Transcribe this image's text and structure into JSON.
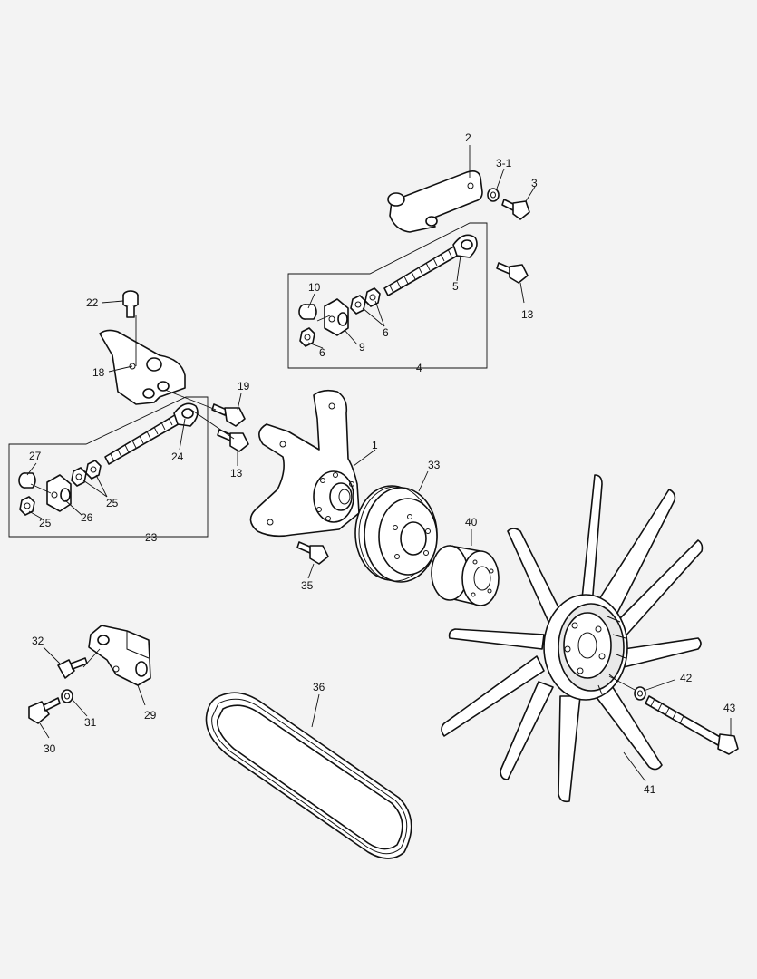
{
  "callouts": {
    "c2": "2",
    "c3_1": "3-1",
    "c3": "3",
    "c5": "5",
    "c13a": "13",
    "c10": "10",
    "c6a": "6",
    "c6b": "6",
    "c9": "9",
    "c4": "4",
    "c22": "22",
    "c18": "18",
    "c19": "19",
    "c13b": "13",
    "c24": "24",
    "c27": "27",
    "c25a": "25",
    "c25b": "25",
    "c26": "26",
    "c23": "23",
    "c1": "1",
    "c33": "33",
    "c40": "40",
    "c35": "35",
    "c32": "32",
    "c29": "29",
    "c31": "31",
    "c30": "30",
    "c36": "36",
    "c42": "42",
    "c43": "43",
    "c41": "41"
  },
  "colors": {
    "line": "#111111",
    "paper": "#f3f3f3",
    "part": "#ffffff"
  }
}
